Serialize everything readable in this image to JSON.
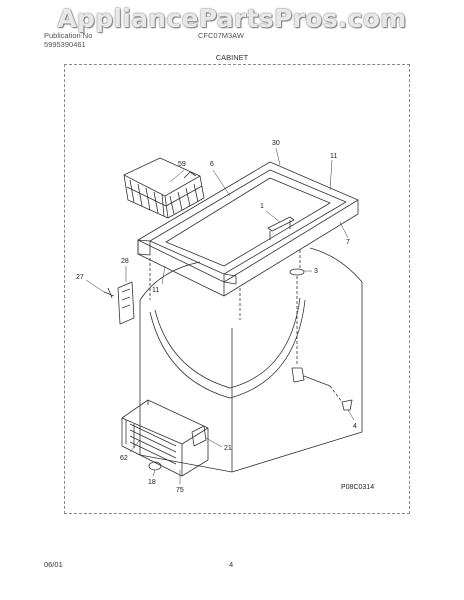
{
  "watermark": "AppliancePartsPros.com",
  "header": {
    "left_line1": "Publication No",
    "left_line2": "5995390461",
    "middle": "CFC07M3AW",
    "section_title": "CABINET"
  },
  "callouts": [
    "59",
    "6",
    "30",
    "11",
    "1",
    "7",
    "3",
    "28",
    "27",
    "11",
    "4",
    "21",
    "62",
    "18",
    "75"
  ],
  "diagram_code": "P08C0314",
  "footer": {
    "date": "06/01",
    "page": "4"
  }
}
